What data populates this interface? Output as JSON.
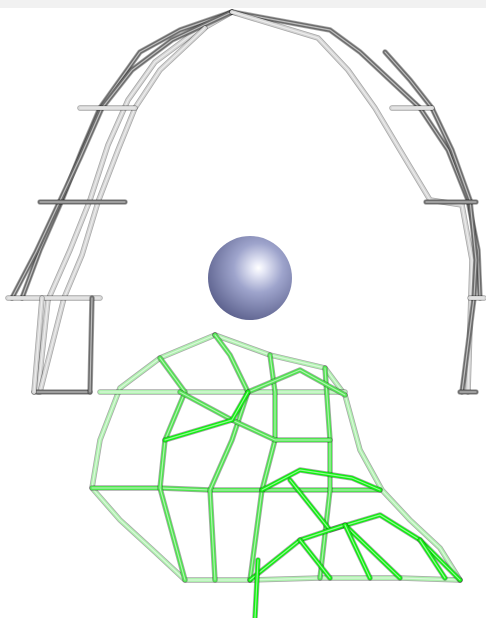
{
  "scene": {
    "background": "#ffffff",
    "objects": [
      {
        "kind": "wireframe-cage",
        "color": "#9a9a9a"
      },
      {
        "kind": "sphere",
        "color": "#9aa0c8"
      },
      {
        "kind": "wireframe-mesh",
        "color": "#33e033"
      }
    ]
  },
  "colors": {
    "cage_dark": "#6b6b6b",
    "cage_light": "#d4d4d4",
    "sphere_main": "#9aa0c8",
    "mesh_bright": "#0ef00e",
    "mesh_pale": "#aef0ae"
  }
}
